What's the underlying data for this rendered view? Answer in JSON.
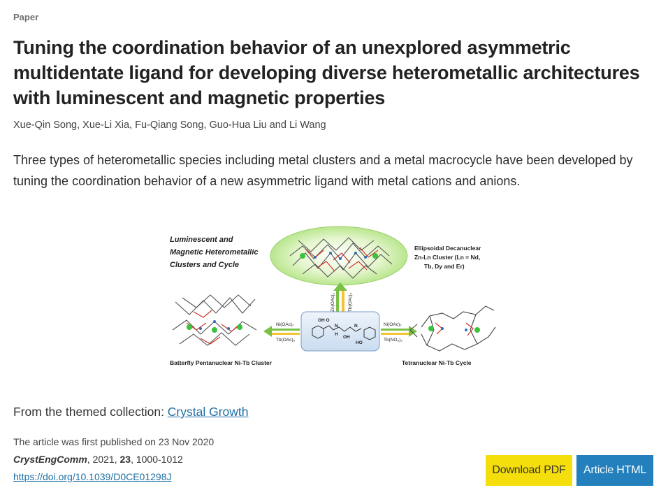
{
  "article": {
    "type": "Paper",
    "title": "Tuning the coordination behavior of an unexplored asymmetric multidentate ligand for developing diverse heterometallic architectures with luminescent and magnetic properties",
    "authors": "Xue-Qin Song, Xue-Li Xia, Fu-Qiang Song, Guo-Hua Liu and Li Wang",
    "abstract": "Three types of heterometallic species including metal clusters and a metal macrocycle have been developed by tuning the coordination behavior of a new asymmetric ligand with metal cations and anions."
  },
  "graphic": {
    "heading_line1": "Luminescent and",
    "heading_line2": "Magnetic Heterometallic",
    "heading_line3": "Clusters and Cycle",
    "top_label_line1": "Ellipsoidal  Decanuclear",
    "top_label_line2": "Zn-Ln Cluster (Ln = Nd,",
    "top_label_line3": "Tb, Dy and Er)",
    "left_label": "Batterfly Pentanuclear Ni-Tb Cluster",
    "right_label": "Tetranuclear Ni-Tb Cycle",
    "arrow_up_1": "Zn(OAc)₂",
    "arrow_up_2": "Tb(OAc)₃",
    "arrow_left_1": "Ni(OAc)₂",
    "arrow_left_2": "Tb(OAc)₃",
    "arrow_right_1": "Ni(OAc)₂",
    "arrow_right_2": "Tb(NO₃)₃",
    "ligand_oh_o": "OH  O",
    "ligand_n_h": "N",
    "ligand_h": "H",
    "ligand_oh": "OH",
    "ligand_n": "N",
    "ligand_ho": "HO"
  },
  "collection": {
    "prefix": "From the themed collection: ",
    "link": "Crystal Growth"
  },
  "publication": {
    "first_published": "The article was first published on 23 Nov 2020",
    "journal": "CrystEngComm",
    "year_sep": ", 2021, ",
    "volume": "23",
    "pages": ", 1000-1012",
    "doi": "https://doi.org/10.1039/D0CE01298J"
  },
  "actions": {
    "download_pdf": "Download PDF",
    "article_html": "Article HTML"
  },
  "colors": {
    "pdf_button": "#f4de0b",
    "html_button": "#2380bd",
    "link": "#1f6fa3"
  }
}
